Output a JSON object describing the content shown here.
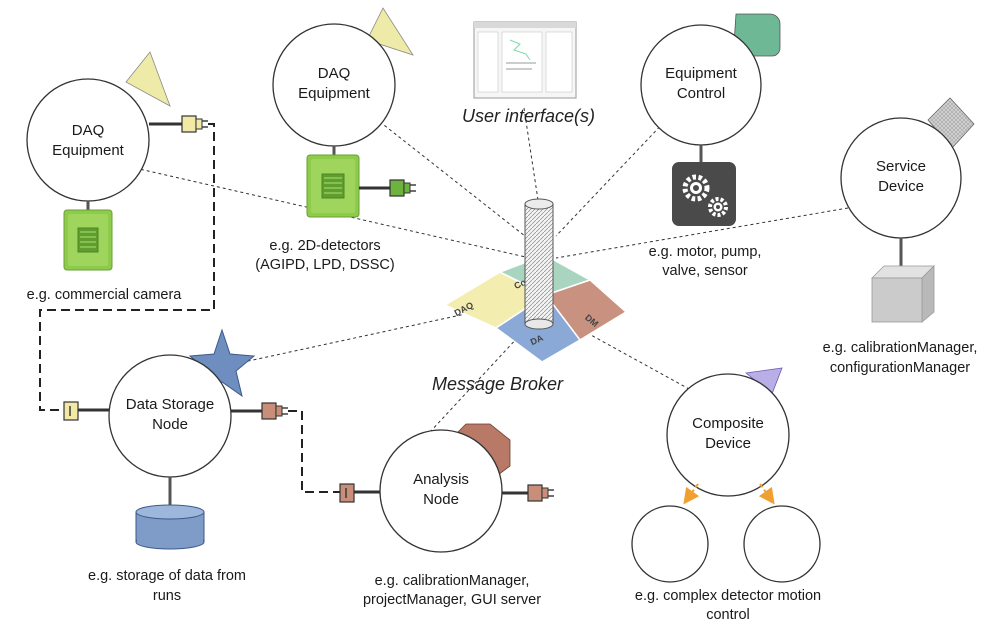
{
  "broker": {
    "label": "Message Broker",
    "puzzle_labels": [
      "DAQ",
      "Contr",
      "DM",
      "DA"
    ]
  },
  "user_interface": {
    "label": "User interface(s)"
  },
  "nodes": {
    "daq_left": {
      "line1": "DAQ",
      "line2": "Equipment"
    },
    "daq_top": {
      "line1": "DAQ",
      "line2": "Equipment"
    },
    "equipment_control": {
      "line1": "Equipment",
      "line2": "Control"
    },
    "service_device": {
      "line1": "Service",
      "line2": "Device"
    },
    "data_storage": {
      "line1": "Data Storage",
      "line2": "Node"
    },
    "analysis": {
      "line1": "Analysis",
      "line2": "Node"
    },
    "composite": {
      "line1": "Composite",
      "line2": "Device"
    }
  },
  "captions": {
    "daq_left": [
      "e.g. commercial camera"
    ],
    "daq_top": [
      "e.g. 2D-detectors",
      "(AGIPD, LPD, DSSC)"
    ],
    "equipment_control": [
      "e.g. motor, pump,",
      "valve, sensor"
    ],
    "service_device": [
      "e.g. calibrationManager,",
      "configurationManager"
    ],
    "data_storage": [
      "e.g. storage of data from",
      "runs"
    ],
    "analysis": [
      "e.g. calibrationManager,",
      "projectManager, GUI server"
    ],
    "composite": [
      "e.g. complex detector motion",
      "control"
    ]
  },
  "colors": {
    "chip_green": "#8fcb4a",
    "plug_green": "#6db33f",
    "plug_yellow": "#f2e9a6",
    "plug_brown": "#c98e7a",
    "triangle_yellow": "#eeeaa8",
    "square_green": "#6fb896",
    "diamond_gray": "#cfcfcf",
    "star_blue": "#6d8ebf",
    "octagon_brown": "#b87a66",
    "triangle_purple": "#b9aee6",
    "cylinder_blue": "#7f9cc9",
    "cube_gray": "#cbcbcb",
    "gear_dark": "#4a4a4a",
    "arrow_orange": "#f0a030",
    "puzzle_yellow": "#f3eeb0",
    "puzzle_green": "#a9d5c0",
    "puzzle_brown": "#c9917f",
    "puzzle_blue": "#8aa9d6"
  }
}
